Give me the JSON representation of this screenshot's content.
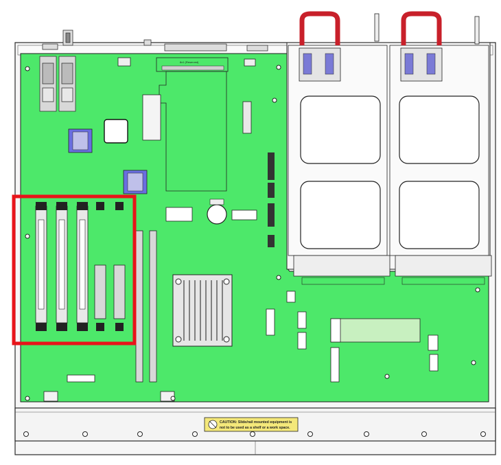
{
  "caution_label": {
    "line1": "CAUTION: Slide/rail mounted equipment is",
    "line2": "not to be used as a shelf or a work space."
  },
  "riser_label": "8x1 (Reserved)",
  "colors": {
    "board": "#4de86a",
    "highlight": "#e8141a",
    "handle": "#c8202a",
    "chip": "#6a6ee0",
    "line": "#2a2a2a",
    "chassis": "#f4f4f4"
  }
}
